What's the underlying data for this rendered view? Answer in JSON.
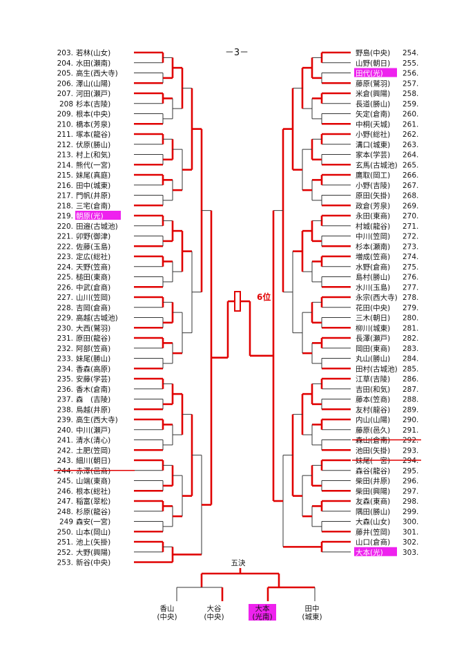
{
  "page": {
    "title": "－3－"
  },
  "rank_label": "6位",
  "final": {
    "label": "五決",
    "players": [
      {
        "name": "香山",
        "club": "(中央)",
        "highlight": false
      },
      {
        "name": "大谷",
        "club": "(中央)",
        "highlight": false
      },
      {
        "name": "大本",
        "club": "(光南)",
        "highlight": true
      },
      {
        "name": "田中",
        "club": "(城東)",
        "highlight": false
      }
    ]
  },
  "left_entries": [
    {
      "no": "203.",
      "name": "若林(山女)"
    },
    {
      "no": "204.",
      "name": "水田(瀬南)"
    },
    {
      "no": "205.",
      "name": "高生(西大寺)"
    },
    {
      "no": "206.",
      "name": "澤山(山陽)"
    },
    {
      "no": "207.",
      "name": "河田(瀬戸)"
    },
    {
      "no": "208",
      "name": "杉本(吉陵)"
    },
    {
      "no": "209.",
      "name": "根本(中央)"
    },
    {
      "no": "210.",
      "name": "橋本(芳泉)"
    },
    {
      "no": "211.",
      "name": "塚本(龍谷)"
    },
    {
      "no": "212.",
      "name": "伏原(勝山)"
    },
    {
      "no": "213.",
      "name": "村上(和気)"
    },
    {
      "no": "214.",
      "name": "熊代(一宮)"
    },
    {
      "no": "215.",
      "name": "妹尾(真庭)"
    },
    {
      "no": "216.",
      "name": "田中(城東)"
    },
    {
      "no": "217.",
      "name": "門帆(井原)"
    },
    {
      "no": "218.",
      "name": "三宅(倉南)"
    },
    {
      "no": "219.",
      "name": "朝原(光)",
      "highlight": true
    },
    {
      "no": "220.",
      "name": "田邉(古城池)"
    },
    {
      "no": "221.",
      "name": "卯野(御津)"
    },
    {
      "no": "222.",
      "name": "佐藤(玉島)"
    },
    {
      "no": "223.",
      "name": "定広(総社)"
    },
    {
      "no": "224.",
      "name": "天野(笠商)"
    },
    {
      "no": "225.",
      "name": "槌田(東商)"
    },
    {
      "no": "226.",
      "name": "中武(倉商)"
    },
    {
      "no": "227.",
      "name": "山川(笠岡)"
    },
    {
      "no": "228.",
      "name": "吉岡(倉商)"
    },
    {
      "no": "229.",
      "name": "高越(古城池)"
    },
    {
      "no": "230.",
      "name": "大西(鷲羽)"
    },
    {
      "no": "231.",
      "name": "原田(龍谷)"
    },
    {
      "no": "232.",
      "name": "阿部(笠商)"
    },
    {
      "no": "233.",
      "name": "妹尾(勝山)"
    },
    {
      "no": "234.",
      "name": "香森(高原)"
    },
    {
      "no": "235.",
      "name": "安藤(学芸)"
    },
    {
      "no": "236.",
      "name": "香木(倉南)"
    },
    {
      "no": "237.",
      "name": "森　(吉陵)"
    },
    {
      "no": "238.",
      "name": "鳥越(井原)"
    },
    {
      "no": "239.",
      "name": "高生(西大寺)"
    },
    {
      "no": "240.",
      "name": "中川(瀬戸)"
    },
    {
      "no": "241.",
      "name": "清水(清心)"
    },
    {
      "no": "242.",
      "name": "土肥(笠岡)"
    },
    {
      "no": "243.",
      "name": "細川(朝日)"
    },
    {
      "no": "244.",
      "name": "赤澤(邑商)",
      "struck": true
    },
    {
      "no": "245.",
      "name": "山端(東商)"
    },
    {
      "no": "246.",
      "name": "根本(総社)"
    },
    {
      "no": "247.",
      "name": "稲富(翠松)"
    },
    {
      "no": "248.",
      "name": "杉原(龍谷)"
    },
    {
      "no": "249",
      "name": "森安(一宮)"
    },
    {
      "no": "250.",
      "name": "山本(岡山)"
    },
    {
      "no": "251.",
      "name": "池上(矢掛)"
    },
    {
      "no": "252.",
      "name": "大野(興陽)"
    },
    {
      "no": "253.",
      "name": "新谷(中央)"
    }
  ],
  "right_entries": [
    {
      "no": "254.",
      "name": "野島(中央)"
    },
    {
      "no": "255.",
      "name": "山野(朝日)"
    },
    {
      "no": "256.",
      "name": "田代(光)",
      "highlight": true
    },
    {
      "no": "257.",
      "name": "藤原(鷲羽)"
    },
    {
      "no": "258.",
      "name": "米倉(興陽)"
    },
    {
      "no": "259.",
      "name": "長道(勝山)"
    },
    {
      "no": "260.",
      "name": "矢定(倉南)"
    },
    {
      "no": "261.",
      "name": "中桐(天城)"
    },
    {
      "no": "262.",
      "name": "小野(総社)"
    },
    {
      "no": "263.",
      "name": "溝口(城東)"
    },
    {
      "no": "264.",
      "name": "家本(学芸)"
    },
    {
      "no": "265.",
      "name": "玄馬(古城池)"
    },
    {
      "no": "266.",
      "name": "鷹取(岡工)"
    },
    {
      "no": "267.",
      "name": "小野(吉陵)"
    },
    {
      "no": "268.",
      "name": "原田(矢掛)"
    },
    {
      "no": "269.",
      "name": "政倉(芳泉)"
    },
    {
      "no": "270.",
      "name": "永田(東商)"
    },
    {
      "no": "271.",
      "name": "村城(龍谷)"
    },
    {
      "no": "272.",
      "name": "中川(笠岡)"
    },
    {
      "no": "273.",
      "name": "杉本(瀬南)"
    },
    {
      "no": "274.",
      "name": "増成(笠商)"
    },
    {
      "no": "275.",
      "name": "水野(倉商)"
    },
    {
      "no": "276.",
      "name": "島村(勝山)"
    },
    {
      "no": "277.",
      "name": "水川(玉島)"
    },
    {
      "no": "278.",
      "name": "永宗(西大寺)"
    },
    {
      "no": "279.",
      "name": "花田(中央)"
    },
    {
      "no": "280.",
      "name": "三木(朝日)"
    },
    {
      "no": "281.",
      "name": "柳川(城東)"
    },
    {
      "no": "282.",
      "name": "長澤(瀬戸)"
    },
    {
      "no": "283.",
      "name": "岡田(東商)"
    },
    {
      "no": "284.",
      "name": "丸山(勝山)"
    },
    {
      "no": "285.",
      "name": "田村(古城池)"
    },
    {
      "no": "286.",
      "name": "江草(吉陵)"
    },
    {
      "no": "287.",
      "name": "吉田(和気)"
    },
    {
      "no": "288.",
      "name": "藤本(笠商)"
    },
    {
      "no": "289.",
      "name": "友村(龍谷)"
    },
    {
      "no": "290.",
      "name": "内山(山陽)"
    },
    {
      "no": "291.",
      "name": "藤原(邑久)"
    },
    {
      "no": "292.",
      "name": "森山(倉南)",
      "struck": true
    },
    {
      "no": "293.",
      "name": "池田(矢掛)"
    },
    {
      "no": "294.",
      "name": "妹尾(一宮)",
      "struck": true
    },
    {
      "no": "295.",
      "name": "森谷(龍谷)"
    },
    {
      "no": "296.",
      "name": "柴田(井原)"
    },
    {
      "no": "297.",
      "name": "柴田(興陽)"
    },
    {
      "no": "298.",
      "name": "友森(東商)"
    },
    {
      "no": "299.",
      "name": "隅田(勝山)"
    },
    {
      "no": "300.",
      "name": "大森(山女)"
    },
    {
      "no": "301.",
      "name": "藤井(笠岡)"
    },
    {
      "no": "302.",
      "name": "山口(倉商)"
    },
    {
      "no": "303.",
      "name": "大本(光)",
      "highlight": true
    }
  ]
}
